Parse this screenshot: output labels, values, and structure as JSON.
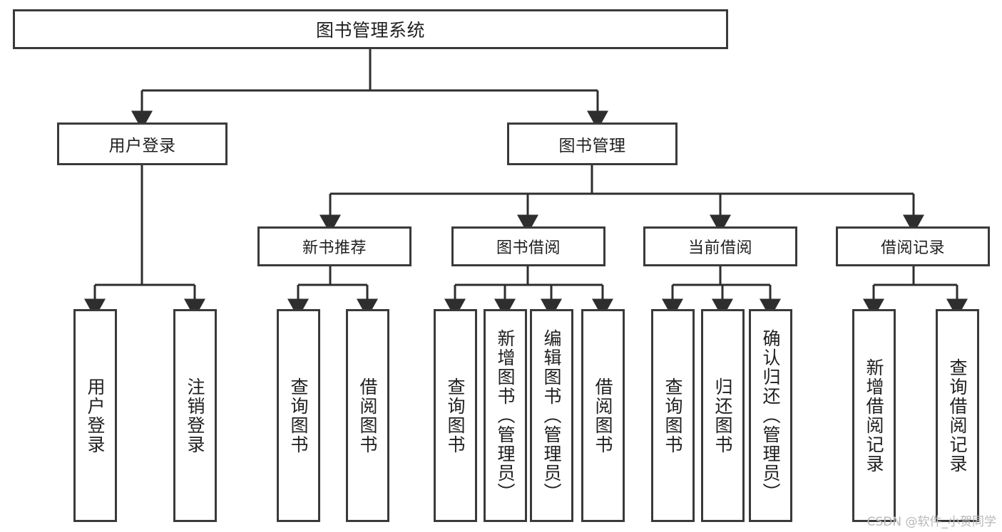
{
  "diagram": {
    "type": "tree-hierarchy",
    "title": "图书管理系统",
    "root": {
      "id": "root",
      "label": "图书管理系统"
    },
    "level2": [
      {
        "id": "user-login",
        "label": "用户登录"
      },
      {
        "id": "book-manage",
        "label": "图书管理"
      }
    ],
    "level3": [
      {
        "id": "new-book-recommend",
        "label": "新书推荐",
        "parent": "book-manage"
      },
      {
        "id": "book-borrow",
        "label": "图书借阅",
        "parent": "book-manage"
      },
      {
        "id": "current-borrow",
        "label": "当前借阅",
        "parent": "book-manage"
      },
      {
        "id": "borrow-record",
        "label": "借阅记录",
        "parent": "book-manage"
      }
    ],
    "leaves": [
      {
        "id": "leaf-user-login",
        "label": "用户登录",
        "parent": "user-login"
      },
      {
        "id": "leaf-user-logout",
        "label": "注销登录",
        "parent": "user-login"
      },
      {
        "id": "leaf-query-book-1",
        "label": "查询图书",
        "parent": "new-book-recommend"
      },
      {
        "id": "leaf-borrow-book-1",
        "label": "借阅图书",
        "parent": "new-book-recommend"
      },
      {
        "id": "leaf-query-book-2",
        "label": "查询图书",
        "parent": "book-borrow"
      },
      {
        "id": "leaf-add-book",
        "label": "新增图书（管理员）",
        "parent": "book-borrow"
      },
      {
        "id": "leaf-edit-book",
        "label": "编辑图书（管理员）",
        "parent": "book-borrow"
      },
      {
        "id": "leaf-borrow-book-2",
        "label": "借阅图书",
        "parent": "book-borrow"
      },
      {
        "id": "leaf-query-book-3",
        "label": "查询图书",
        "parent": "current-borrow"
      },
      {
        "id": "leaf-return-book",
        "label": "归还图书",
        "parent": "current-borrow"
      },
      {
        "id": "leaf-confirm-return",
        "label": "确认归还（管理员）",
        "parent": "current-borrow"
      },
      {
        "id": "leaf-add-record",
        "label": "新增借阅记录",
        "parent": "borrow-record"
      },
      {
        "id": "leaf-query-record",
        "label": "查询借阅记录",
        "parent": "borrow-record"
      }
    ]
  },
  "watermark": {
    "text": "CSDN @软件_小贺同学"
  },
  "colors": {
    "border": "#3a3a3a",
    "text": "#1f1f1f",
    "background": "#ffffff",
    "connector": "#2e2e2e",
    "watermark": "#b8b8b8"
  }
}
